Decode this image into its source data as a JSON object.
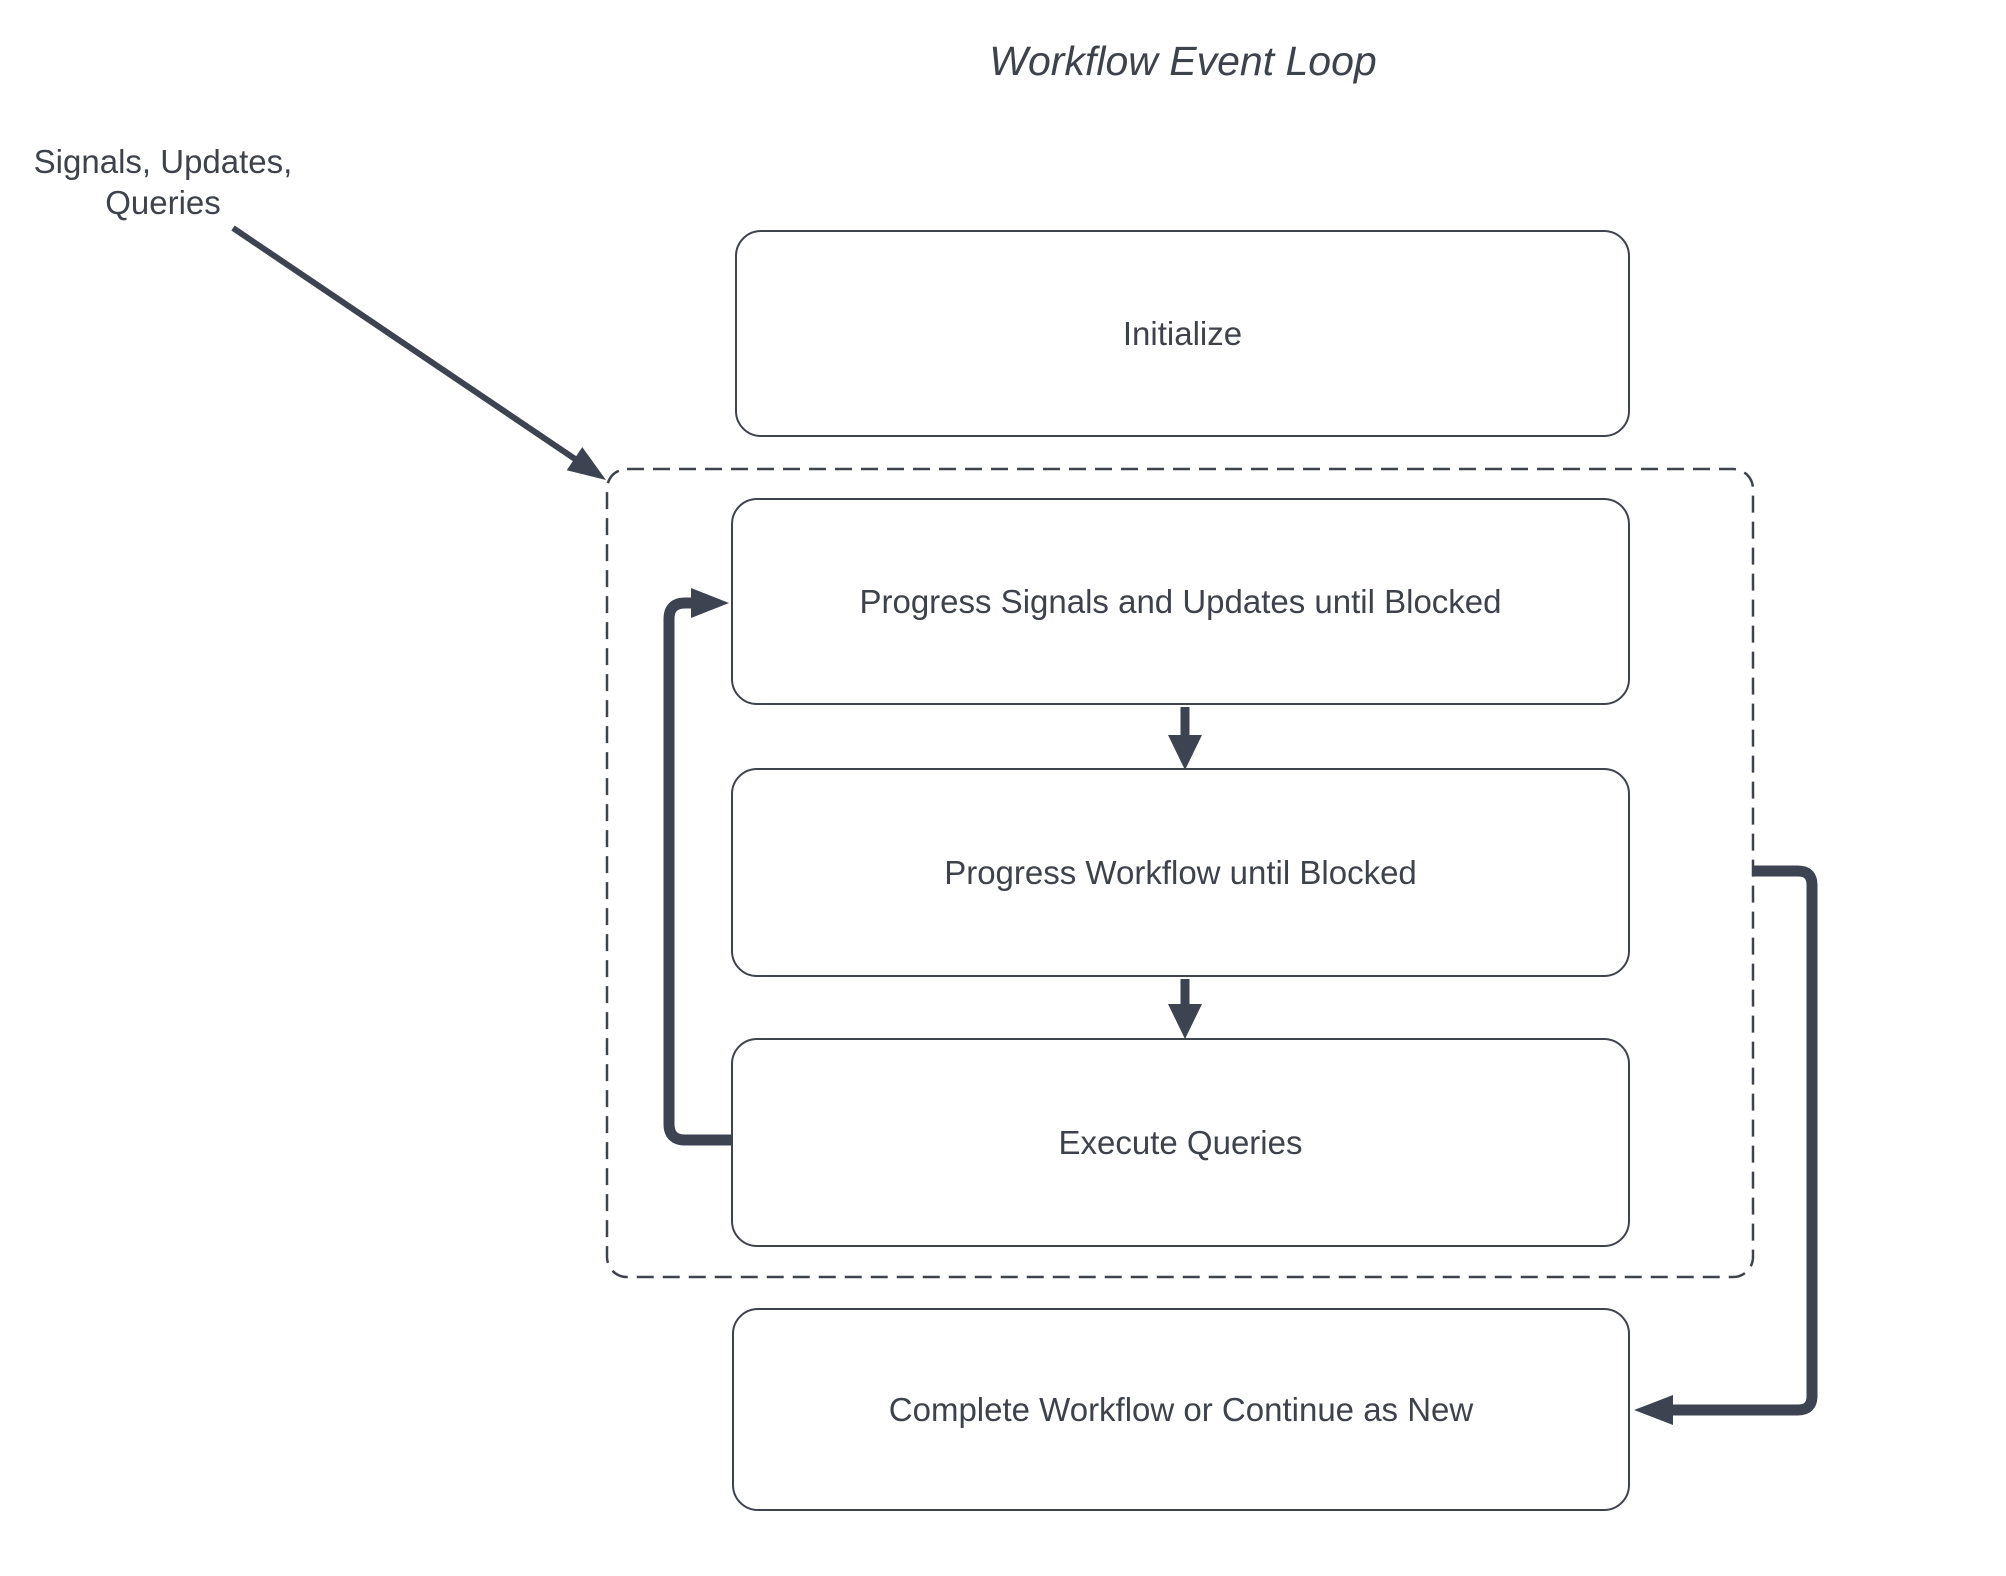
{
  "title": "Workflow Event Loop",
  "external_input": {
    "label": "Signals, Updates,\nQueries"
  },
  "nodes": {
    "initialize": {
      "label": "Initialize"
    },
    "progress_signals": {
      "label": "Progress Signals and Updates until Blocked"
    },
    "progress_workflow": {
      "label": "Progress Workflow until Blocked"
    },
    "execute_queries": {
      "label": "Execute Queries"
    },
    "complete": {
      "label": "Complete Workflow or Continue as New"
    }
  },
  "connections": [
    {
      "from": "signals-updates-queries-label",
      "to": "event-loop-boundary",
      "style": "thin-arrow"
    },
    {
      "from": "progress_signals",
      "to": "progress_workflow",
      "style": "arrow"
    },
    {
      "from": "progress_workflow",
      "to": "execute_queries",
      "style": "arrow"
    },
    {
      "from": "execute_queries",
      "to": "progress_signals",
      "style": "loop-back-arrow"
    },
    {
      "from": "event-loop-boundary",
      "to": "complete",
      "style": "elbow-arrow"
    }
  ],
  "theme": {
    "background": "#ffffff",
    "line_color": "#3d4350",
    "node_border_color": "#3f434c",
    "node_fill": "#ffffff",
    "text_color": "#3e424a"
  }
}
